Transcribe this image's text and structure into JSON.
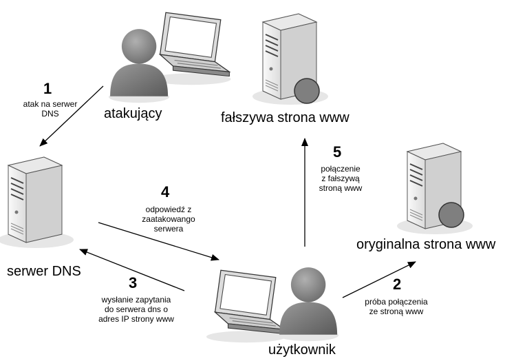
{
  "nodes": {
    "attacker": "atakujący",
    "fake_site": "fałszywa strona www",
    "dns_server": "serwer DNS",
    "original_site": "oryginalna strona www",
    "user": "użytkownik"
  },
  "steps": [
    {
      "num": "1",
      "lines": [
        "atak na serwer",
        "DNS"
      ]
    },
    {
      "num": "2",
      "lines": [
        "próba połączenia",
        "ze stroną www"
      ]
    },
    {
      "num": "3",
      "lines": [
        "wysłanie zapytania",
        "do serwera dns o",
        "adres IP strony www"
      ]
    },
    {
      "num": "4",
      "lines": [
        "odpowiedź z",
        "zaatakowango",
        "serwera"
      ]
    },
    {
      "num": "5",
      "lines": [
        "połączenie",
        "z fałszywą",
        "stroną www"
      ]
    }
  ],
  "colors": {
    "server_body": "#f2f2f2",
    "server_side": "#c8c8c8",
    "person": "#8c8c8c",
    "person_shade": "#5e5e5e",
    "disc": "#7f7f7f",
    "shadow": "#e4e4e4",
    "arrow": "#000000"
  },
  "icons": [
    "person-icon",
    "laptop-icon",
    "server-icon"
  ]
}
